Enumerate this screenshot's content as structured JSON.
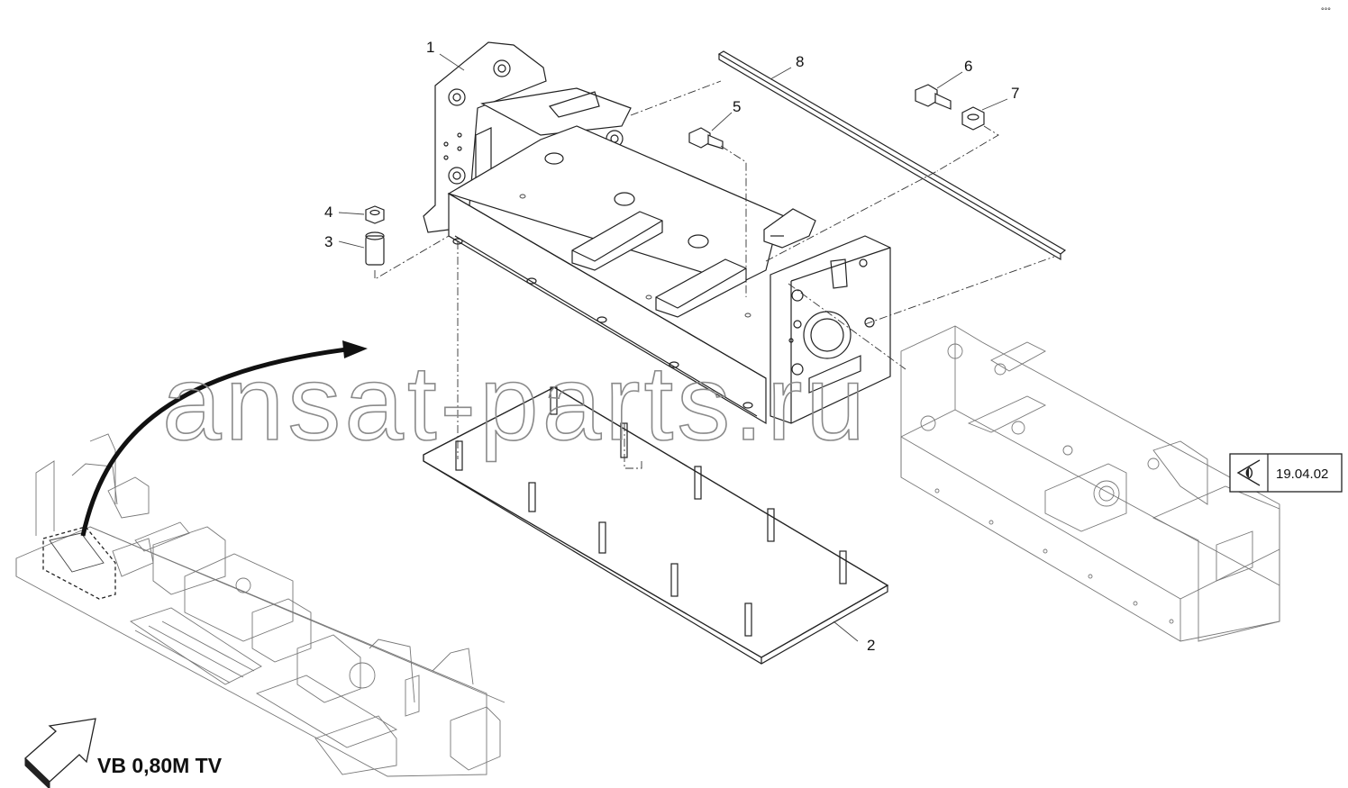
{
  "diagram": {
    "callouts": [
      {
        "id": "c1",
        "text": "1"
      },
      {
        "id": "c2",
        "text": "2"
      },
      {
        "id": "c3",
        "text": "3"
      },
      {
        "id": "c4",
        "text": "4"
      },
      {
        "id": "c5",
        "text": "5"
      },
      {
        "id": "c6",
        "text": "6"
      },
      {
        "id": "c7",
        "text": "7"
      },
      {
        "id": "c8",
        "text": "8"
      }
    ],
    "watermark": "ansat-parts.ru",
    "reference_box": {
      "icon": "view-eye-icon",
      "text": "19.04.02"
    },
    "caption": "VB 0,80M TV",
    "top_right_mark": "°°°"
  }
}
